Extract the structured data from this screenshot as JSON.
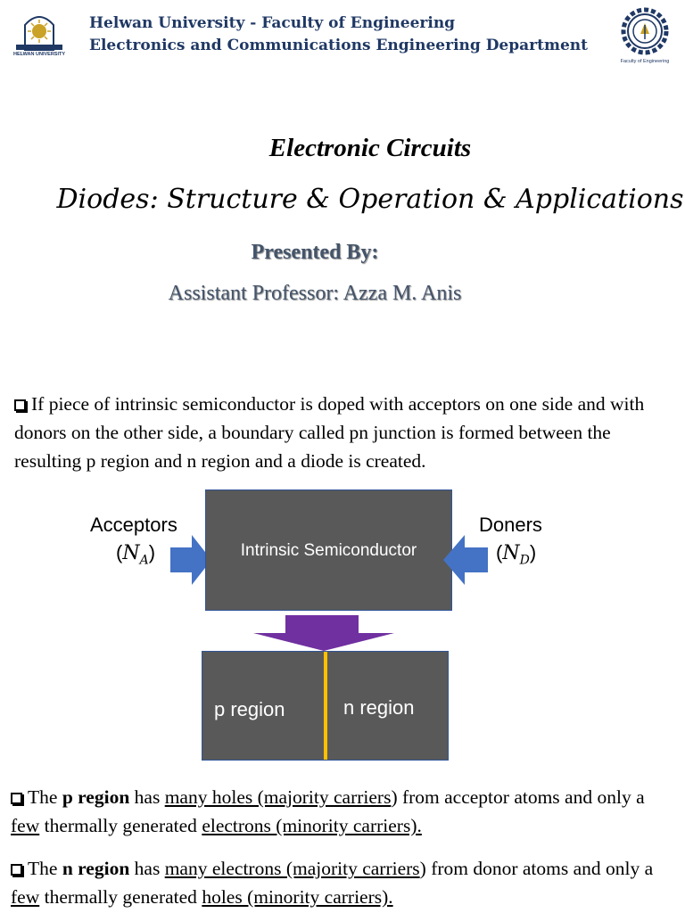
{
  "header": {
    "university_line": "Helwan University - Faculty of Engineering",
    "department_line": "Electronics and Communications Engineering Department",
    "left_logo_text": "HELWAN UNIVERSITY",
    "right_logo_text": "Faculty of Engineering"
  },
  "title": {
    "course": "Electronic Circuits",
    "topic": "Diodes: Structure & Operation & Applications",
    "presented_by": "Presented By:",
    "presenter": "Assistant Professor: Azza M. Anis"
  },
  "intro": "If piece of intrinsic semiconductor is doped with acceptors on one side and with donors on the other side, a boundary called pn junction is formed between the resulting p region and n region and a diode is created.",
  "diagram": {
    "acceptors_label": "Acceptors",
    "acceptors_symbol": "N",
    "acceptors_sub": "A",
    "donors_label": "Doners",
    "donors_symbol": "N",
    "donors_sub": "D",
    "intrinsic_label": "Intrinsic Semiconductor",
    "p_region_label": "p region",
    "n_region_label": "n region",
    "colors": {
      "box_fill": "#595959",
      "arrow_blue": "#4472c4",
      "arrow_purple": "#7030a0",
      "junction": "#ffc000"
    }
  },
  "bullets": {
    "p": {
      "t1": "The ",
      "b1": "p region",
      "t2": " has ",
      "u1": "many holes (majority carriers",
      "t3": ") from acceptor atoms and only a ",
      "u2": "few",
      "t4": " thermally generated ",
      "u3": "electrons (minority carriers)."
    },
    "n": {
      "t1": "The ",
      "b1": "n region",
      "t2": " has ",
      "u1": "many electrons (majority carriers",
      "t3": ") from donor atoms and only a ",
      "u2": "few",
      "t4": " thermally generated ",
      "u3": "holes (minority carriers)."
    }
  }
}
